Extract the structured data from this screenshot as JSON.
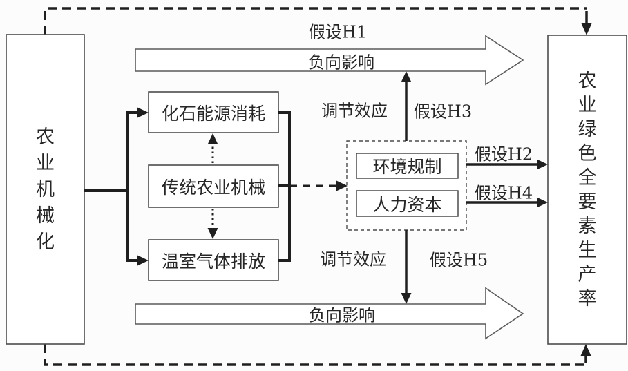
{
  "figure": {
    "independent_variable": {
      "label": "农业机械化"
    },
    "dependent_variable": {
      "label": "农业绿色全要素生产率"
    },
    "mediators": [
      {
        "label": "化石能源消耗"
      },
      {
        "label": "传统农业机械"
      },
      {
        "label": "温室气体排放"
      }
    ],
    "moderators": [
      {
        "label": "环境规制"
      },
      {
        "label": "人力资本"
      }
    ],
    "hypotheses": {
      "h1": "假设H1",
      "h2": "假设H2",
      "h3": "假设H3",
      "h4": "假设H4",
      "h5": "假设H5"
    },
    "effects": {
      "negative_impact_top": "负向影响",
      "negative_impact_bottom": "负向影响",
      "moderating_effect_top": "调节效应",
      "moderating_effect_bottom": "调节效应"
    },
    "colors": {
      "line": "#1f1f1f",
      "box_border": "#4c4c4c",
      "open_arrow_border": "#5a5a5a",
      "text": "#262626",
      "background": "#fcfcfc"
    }
  }
}
